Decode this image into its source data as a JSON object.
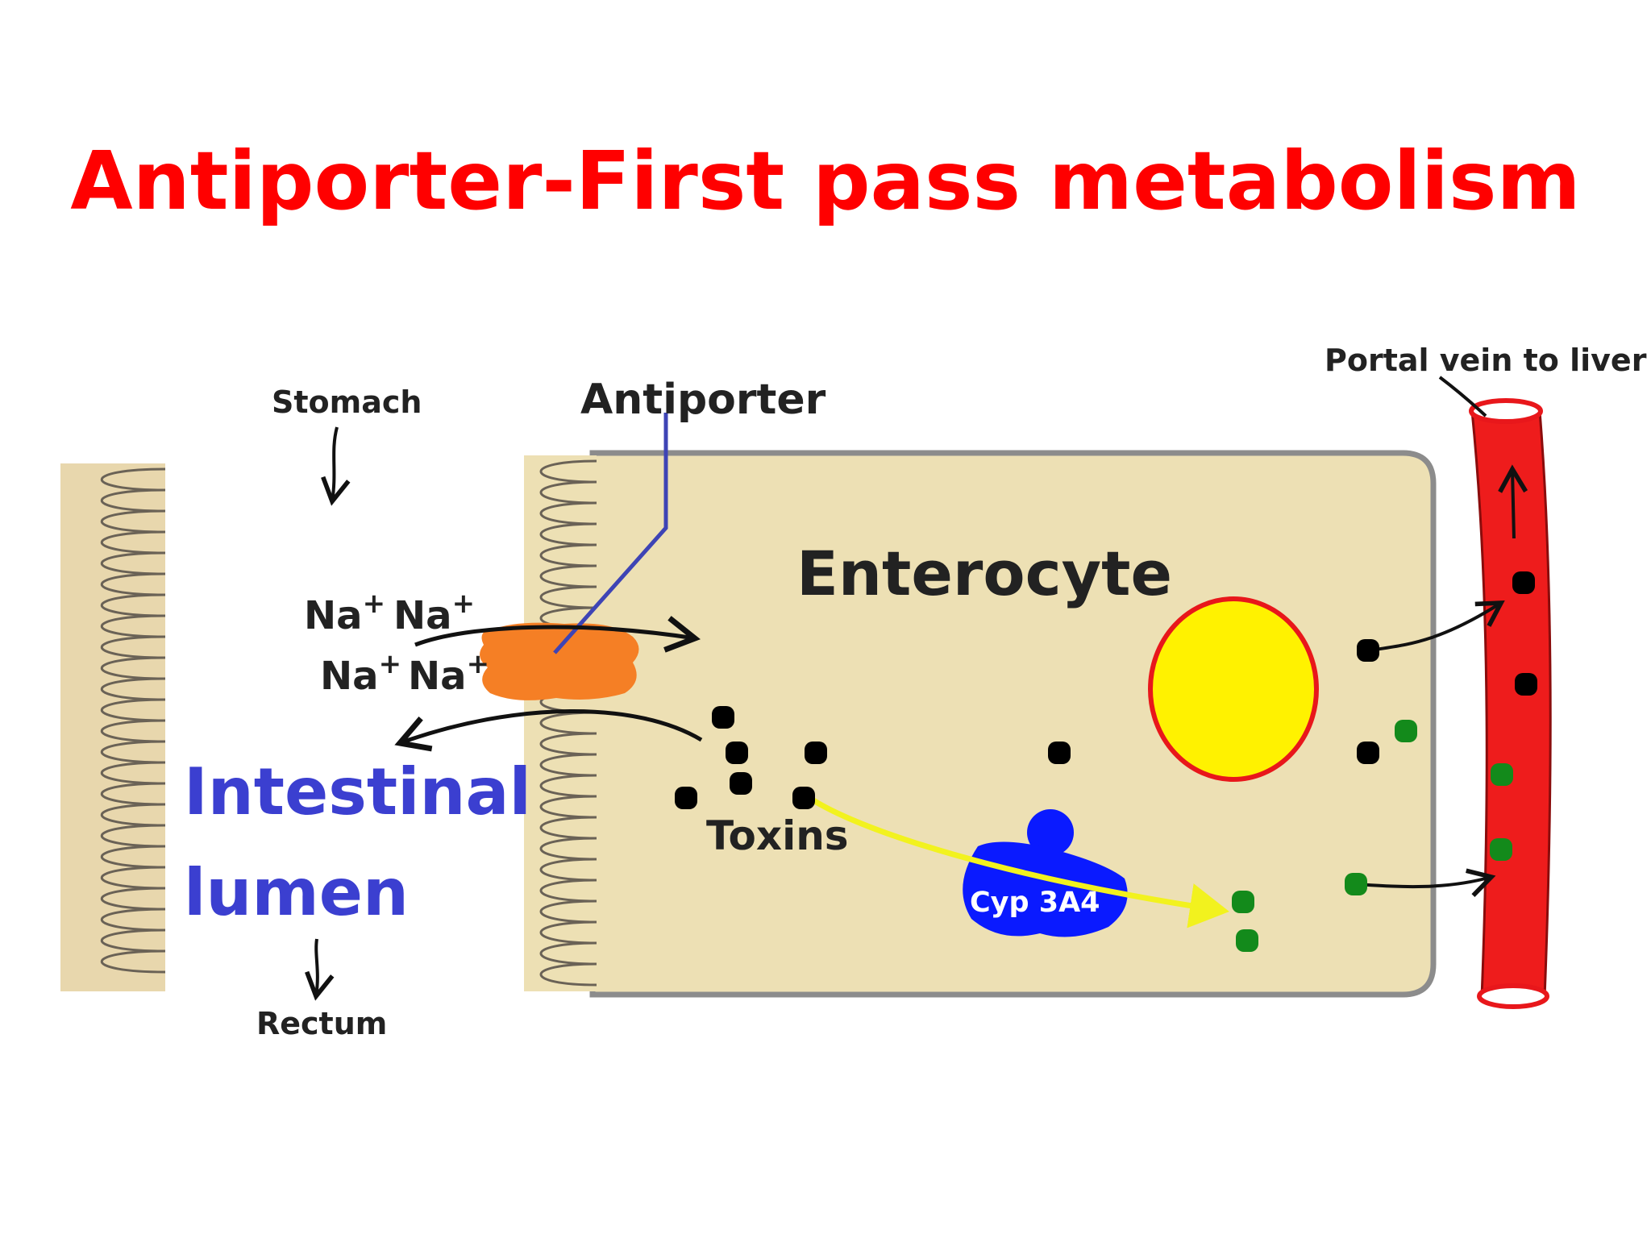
{
  "title": "Antiporter-First pass metabolism",
  "labels": {
    "stomach": "Stomach",
    "rectum": "Rectum",
    "antiporter": "Antiporter",
    "enterocyte": "Enterocyte",
    "intestinal": "Intestinal",
    "lumen": "lumen",
    "toxins": "Toxins",
    "cyp": "Cyp 3A4",
    "portal_vein": "Portal vein to liver",
    "na": "Na",
    "plus": "+"
  },
  "colors": {
    "title": "#ff0000",
    "cell": "#ede0b4",
    "villi": "#e8d7ad",
    "antiporter": "#f57f25",
    "nucleus": "#fff200",
    "nucleus_border": "#e8171b",
    "vein": "#ee1c1c",
    "enzyme": "#0a1aff",
    "lumen_text": "#3b3fd0",
    "toxin": "#000000",
    "metabolite": "#138a1b",
    "yellow_arrow": "#f2f21e"
  }
}
